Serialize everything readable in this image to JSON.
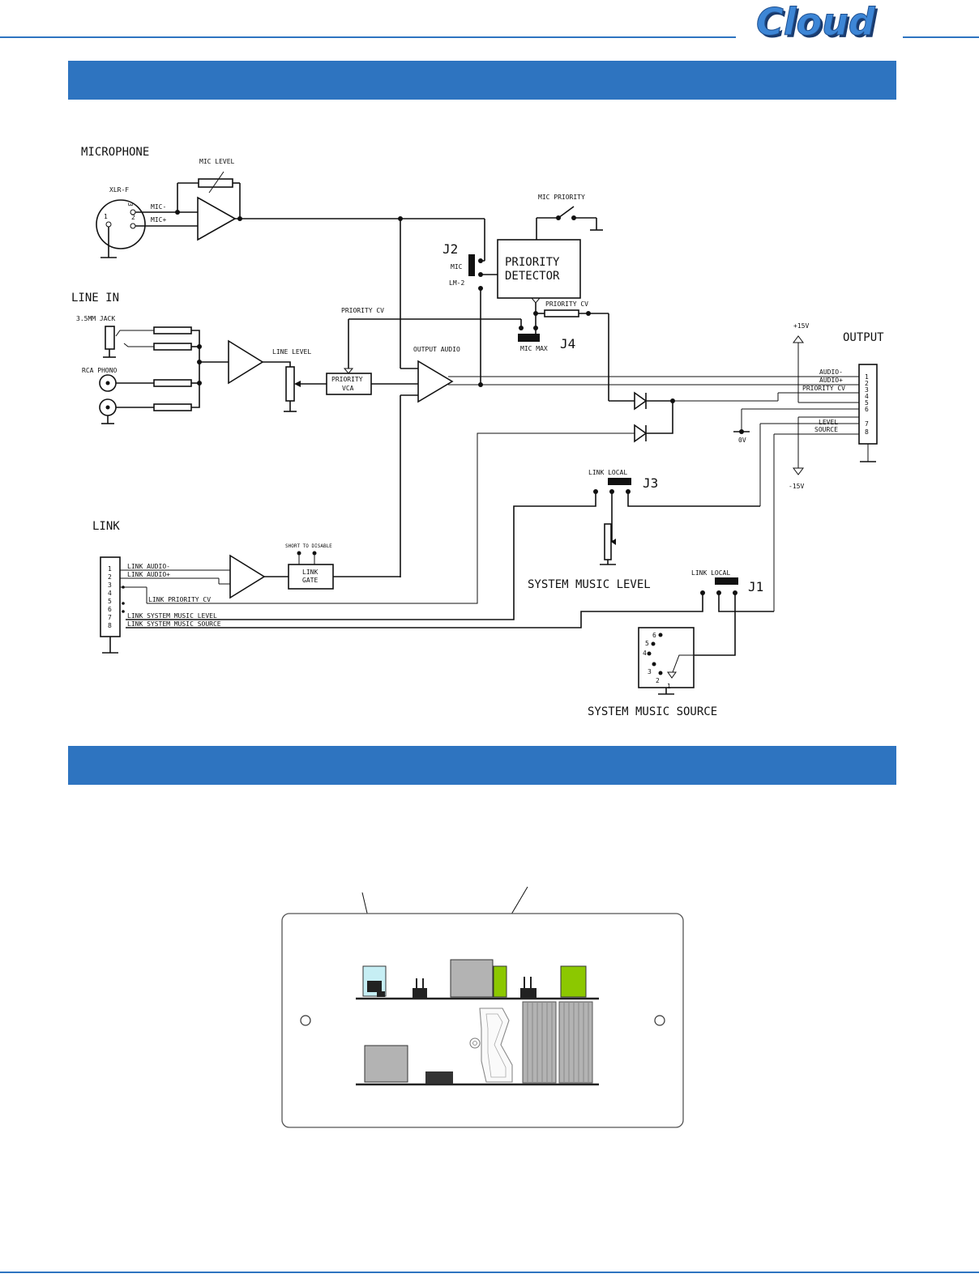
{
  "header": {
    "logo_text": "Cloud"
  },
  "schematic": {
    "microphone": {
      "title": "MICROPHONE",
      "connector": "XLR-F",
      "pin1": "1",
      "pin2": "2",
      "pin3": "3",
      "mic_minus": "MIC-",
      "mic_plus": "MIC+",
      "mic_level": "MIC LEVEL"
    },
    "line_in": {
      "title": "LINE IN",
      "jack": "3.5MM JACK",
      "rca": "RCA PHONO",
      "line_level": "LINE LEVEL",
      "priority_cv": "PRIORITY CV",
      "vca_l1": "PRIORITY",
      "vca_l2": "VCA"
    },
    "priority": {
      "mic_priority": "MIC PRIORITY",
      "detector_l1": "PRIORITY",
      "detector_l2": "DETECTOR",
      "priority_cv": "PRIORITY CV"
    },
    "j2": {
      "name": "J2",
      "mic": "MIC",
      "lm2": "LM-2"
    },
    "j4": {
      "name": "J4",
      "label": "MIC MAX"
    },
    "output_audio": "OUTPUT AUDIO",
    "output": {
      "title": "OUTPUT",
      "plus15": "+15V",
      "minus15": "-15V",
      "zero_v": "0V",
      "audio_minus": "AUDIO-",
      "audio_plus": "AUDIO+",
      "priority_cv": "PRIORITY CV",
      "level": "LEVEL",
      "source": "SOURCE",
      "pins": [
        "1",
        "2",
        "3",
        "4",
        "5",
        "6",
        "7",
        "8"
      ]
    },
    "j3": {
      "name": "J3",
      "label": "LINK LOCAL",
      "sml": "SYSTEM MUSIC LEVEL"
    },
    "j1": {
      "name": "J1",
      "label": "LINK LOCAL"
    },
    "sms": {
      "title": "SYSTEM MUSIC SOURCE",
      "pins": [
        "6",
        "5",
        "4",
        "3",
        "2",
        "1"
      ]
    },
    "link": {
      "title": "LINK",
      "short": "SHORT TO DISABLE",
      "gate_l1": "LINK",
      "gate_l2": "GATE",
      "pins": [
        "1",
        "2",
        "3",
        "4",
        "5",
        "6",
        "7",
        "8"
      ],
      "audio_minus": "LINK AUDIO-",
      "audio_plus": "LINK AUDIO+",
      "priority_cv": "LINK PRIORITY CV",
      "sml": "LINK SYSTEM MUSIC LEVEL",
      "sms": "LINK SYSTEM MUSIC SOURCE"
    }
  },
  "colors": {
    "accent": "#2e74c0",
    "green": "#8cc800",
    "light_blue": "#c6eef4",
    "gray": "#b3b3b3"
  }
}
